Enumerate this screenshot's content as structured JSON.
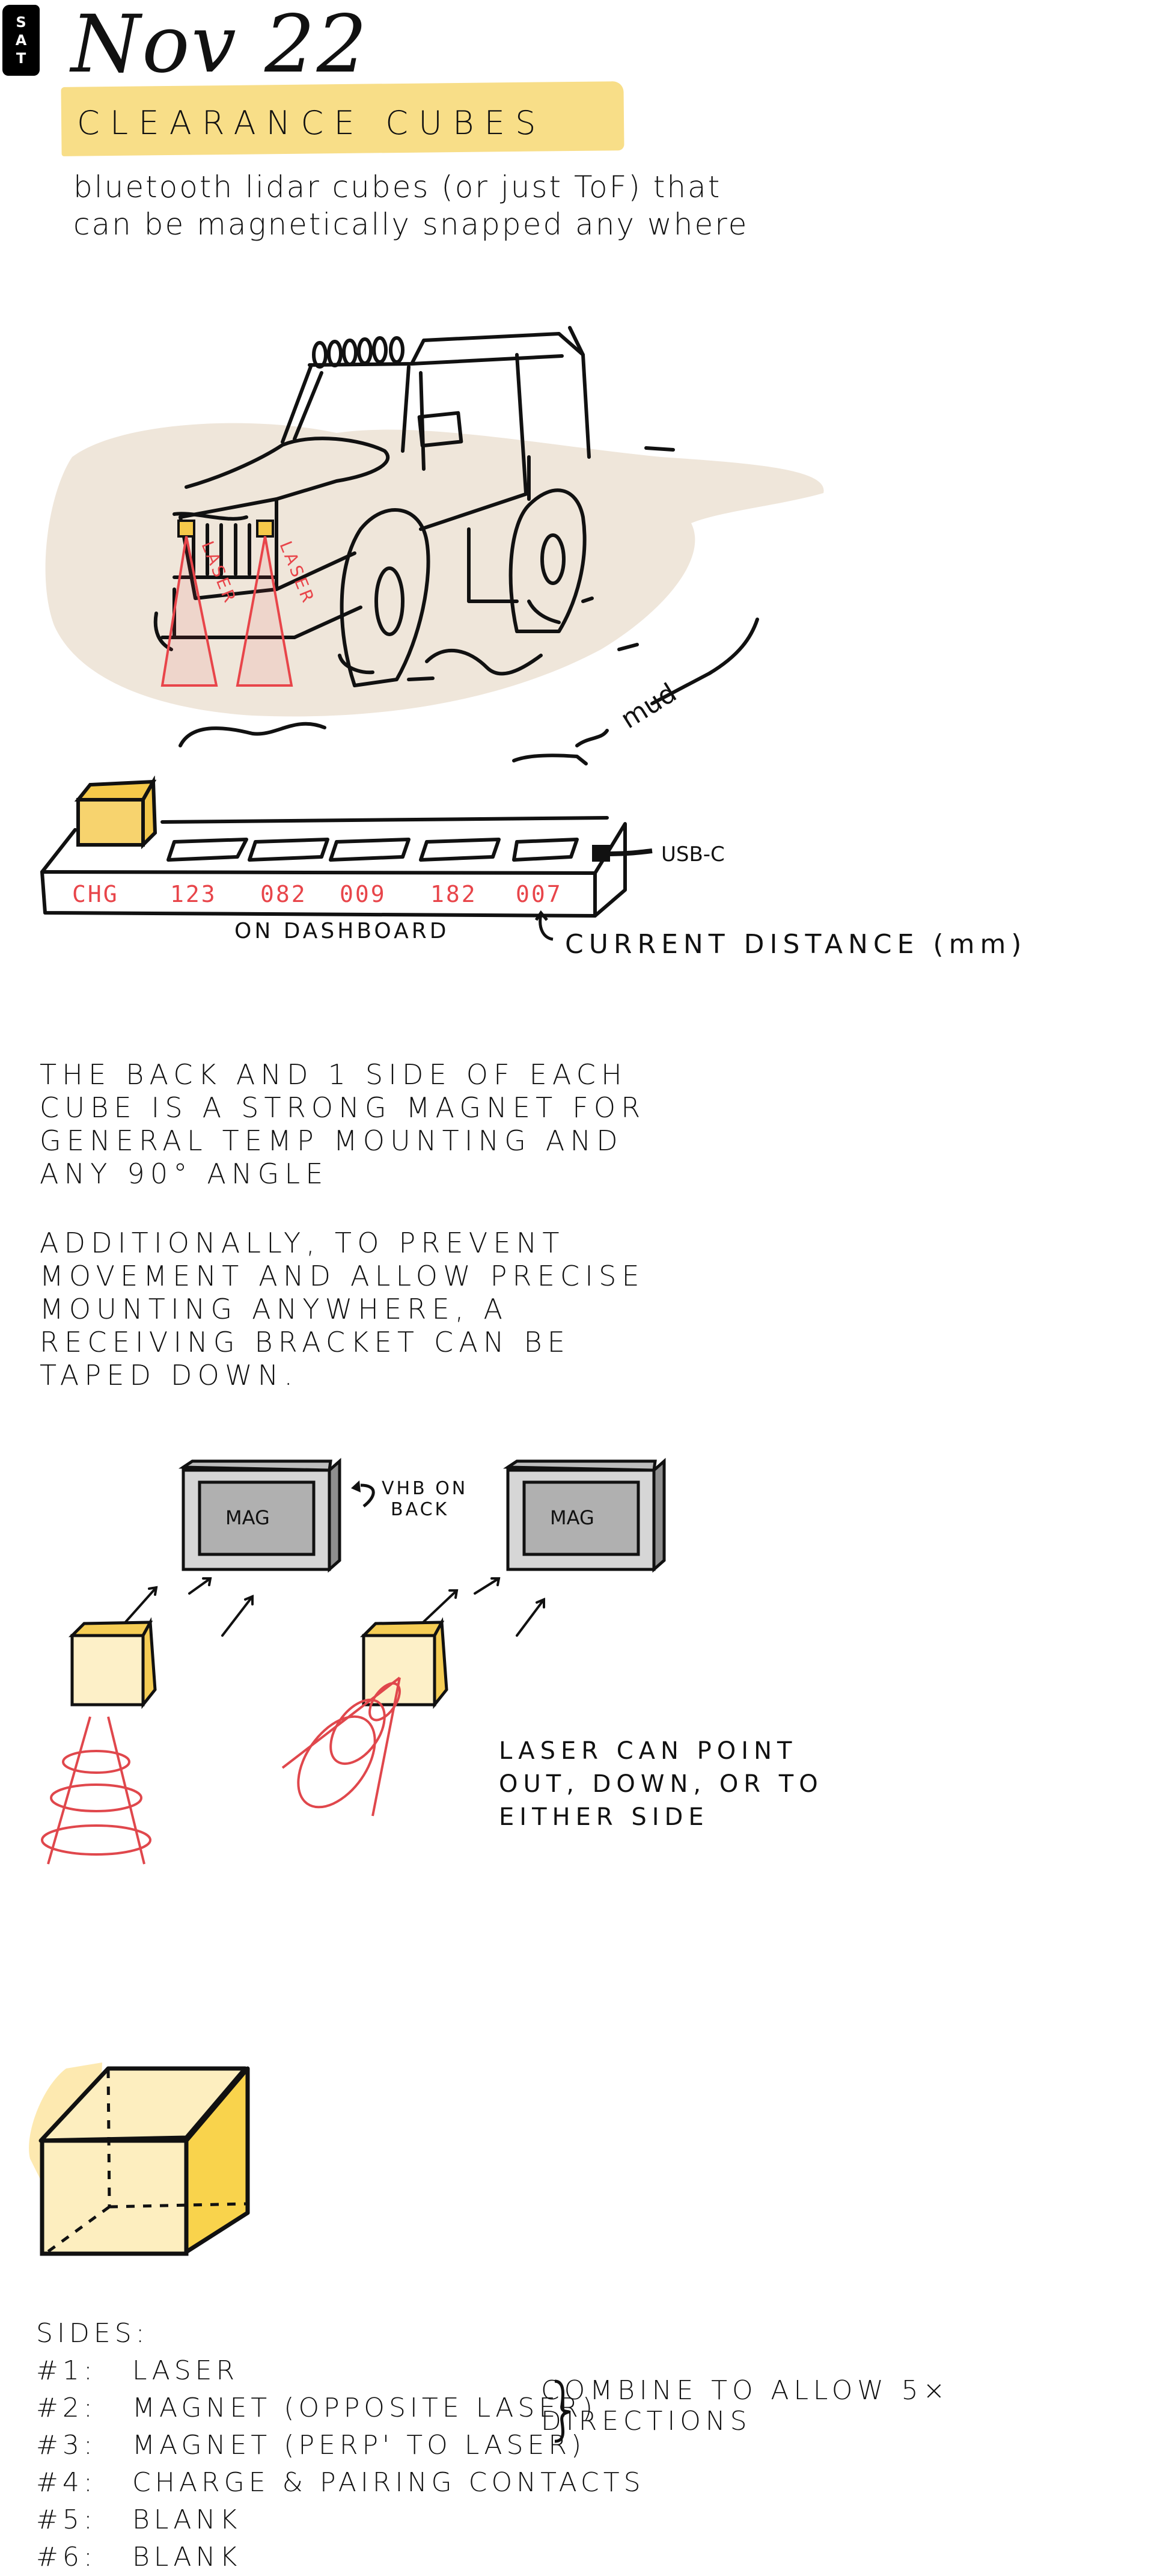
{
  "header": {
    "day": [
      "S",
      "A",
      "T"
    ],
    "date": "Nov 22",
    "title": "CLEARANCE CUBES",
    "subtitle_lines": [
      "bluetooth lidar cubes (or just ToF)  that",
      "can be magnetically snapped any where"
    ]
  },
  "jeep_sketch": {
    "laser_labels": [
      "LASER",
      "LASER"
    ],
    "mud_label": "~mud~",
    "colors": {
      "mud": "#efe6da",
      "laser": "#e8454a",
      "cube": "#f5c94a"
    }
  },
  "dashboard": {
    "readouts": [
      "CHG",
      "123",
      "082",
      "009",
      "182",
      "007"
    ],
    "caption": "ON DASHBOARD",
    "port_label": "USB-C",
    "distance_label": "CURRENT DISTANCE (mm)",
    "colors": {
      "readout": "#e8454a",
      "cube": "#f5c94a"
    }
  },
  "notes": {
    "paragraph1": [
      "THE BACK AND 1 SIDE OF EACH",
      "CUBE IS A STRONG MAGNET FOR",
      "GENERAL TEMP MOUNTING AND",
      "ANY 90° ANGLE"
    ],
    "paragraph1_underlined_word": "AND",
    "paragraph2": [
      "ADDITIONALLY, TO PREVENT",
      "MOVEMENT AND ALLOW PRECISE",
      "MOUNTING ANYWHERE, A",
      "RECEIVING BRACKET CAN BE",
      "TAPED DOWN."
    ]
  },
  "brackets": {
    "bracket_label": "MAG",
    "vhb_note": [
      "VHB ON",
      "BACK"
    ],
    "laser_note": [
      "LASER CAN POINT",
      "OUT, DOWN, OR TO",
      "EITHER SIDE"
    ],
    "colors": {
      "bracket": "#c9c9c9",
      "bracket_inner": "#b5b5b5",
      "cube_front": "#fdf0c8",
      "cube_side": "#f5cd55",
      "laser": "#e0474c"
    }
  },
  "sides": {
    "heading": "SIDES:",
    "items": [
      {
        "num": "#1:",
        "label": "LASER"
      },
      {
        "num": "#2:",
        "label": "MAGNET (OPPOSITE LASER)"
      },
      {
        "num": "#3:",
        "label": "MAGNET (PERP' TO LASER)"
      },
      {
        "num": "#4:",
        "label": "CHARGE & PAIRING CONTACTS"
      },
      {
        "num": "#5:",
        "label": "BLANK"
      },
      {
        "num": "#6:",
        "label": "BLANK"
      }
    ],
    "combine_note": "COMBINE TO ALLOW 5× DIRECTIONS"
  }
}
